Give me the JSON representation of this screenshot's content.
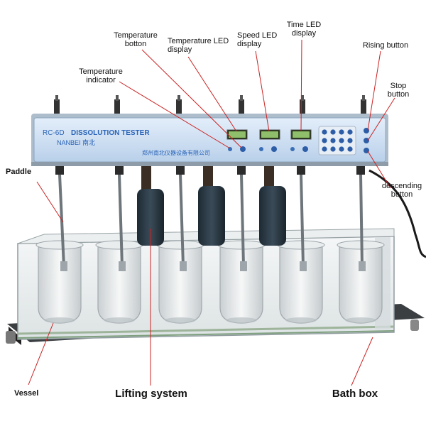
{
  "device": {
    "model": "RC-6D",
    "name": "DISSOLUTION TESTER",
    "brand": "NANBEI 南北",
    "maker": "郑州南北仪器设备有限公司"
  },
  "labels": {
    "temperature_button": {
      "line1": "Temperature",
      "line2": "botton"
    },
    "temperature_led": {
      "line1": "Temperature LED",
      "line2": "display"
    },
    "speed_led": {
      "line1": "Speed LED",
      "line2": "display"
    },
    "time_led": {
      "line1": "Time LED",
      "line2": "display"
    },
    "rising_button": "Rising button",
    "temperature_indicator": {
      "line1": "Temperature",
      "line2": "indicator"
    },
    "stop_button": {
      "line1": "Stop",
      "line2": "button"
    },
    "descending_button": {
      "line1": "descending",
      "line2": "button"
    },
    "paddle": "Paddle",
    "vessel": "Vessel",
    "lifting_system": "Lifting system",
    "bath_box": "Bath box"
  },
  "colors": {
    "panel": "#cfe0f2",
    "panel_text": "#2a64b8",
    "leader": "#cc2222",
    "led": "#8fbf6a"
  }
}
